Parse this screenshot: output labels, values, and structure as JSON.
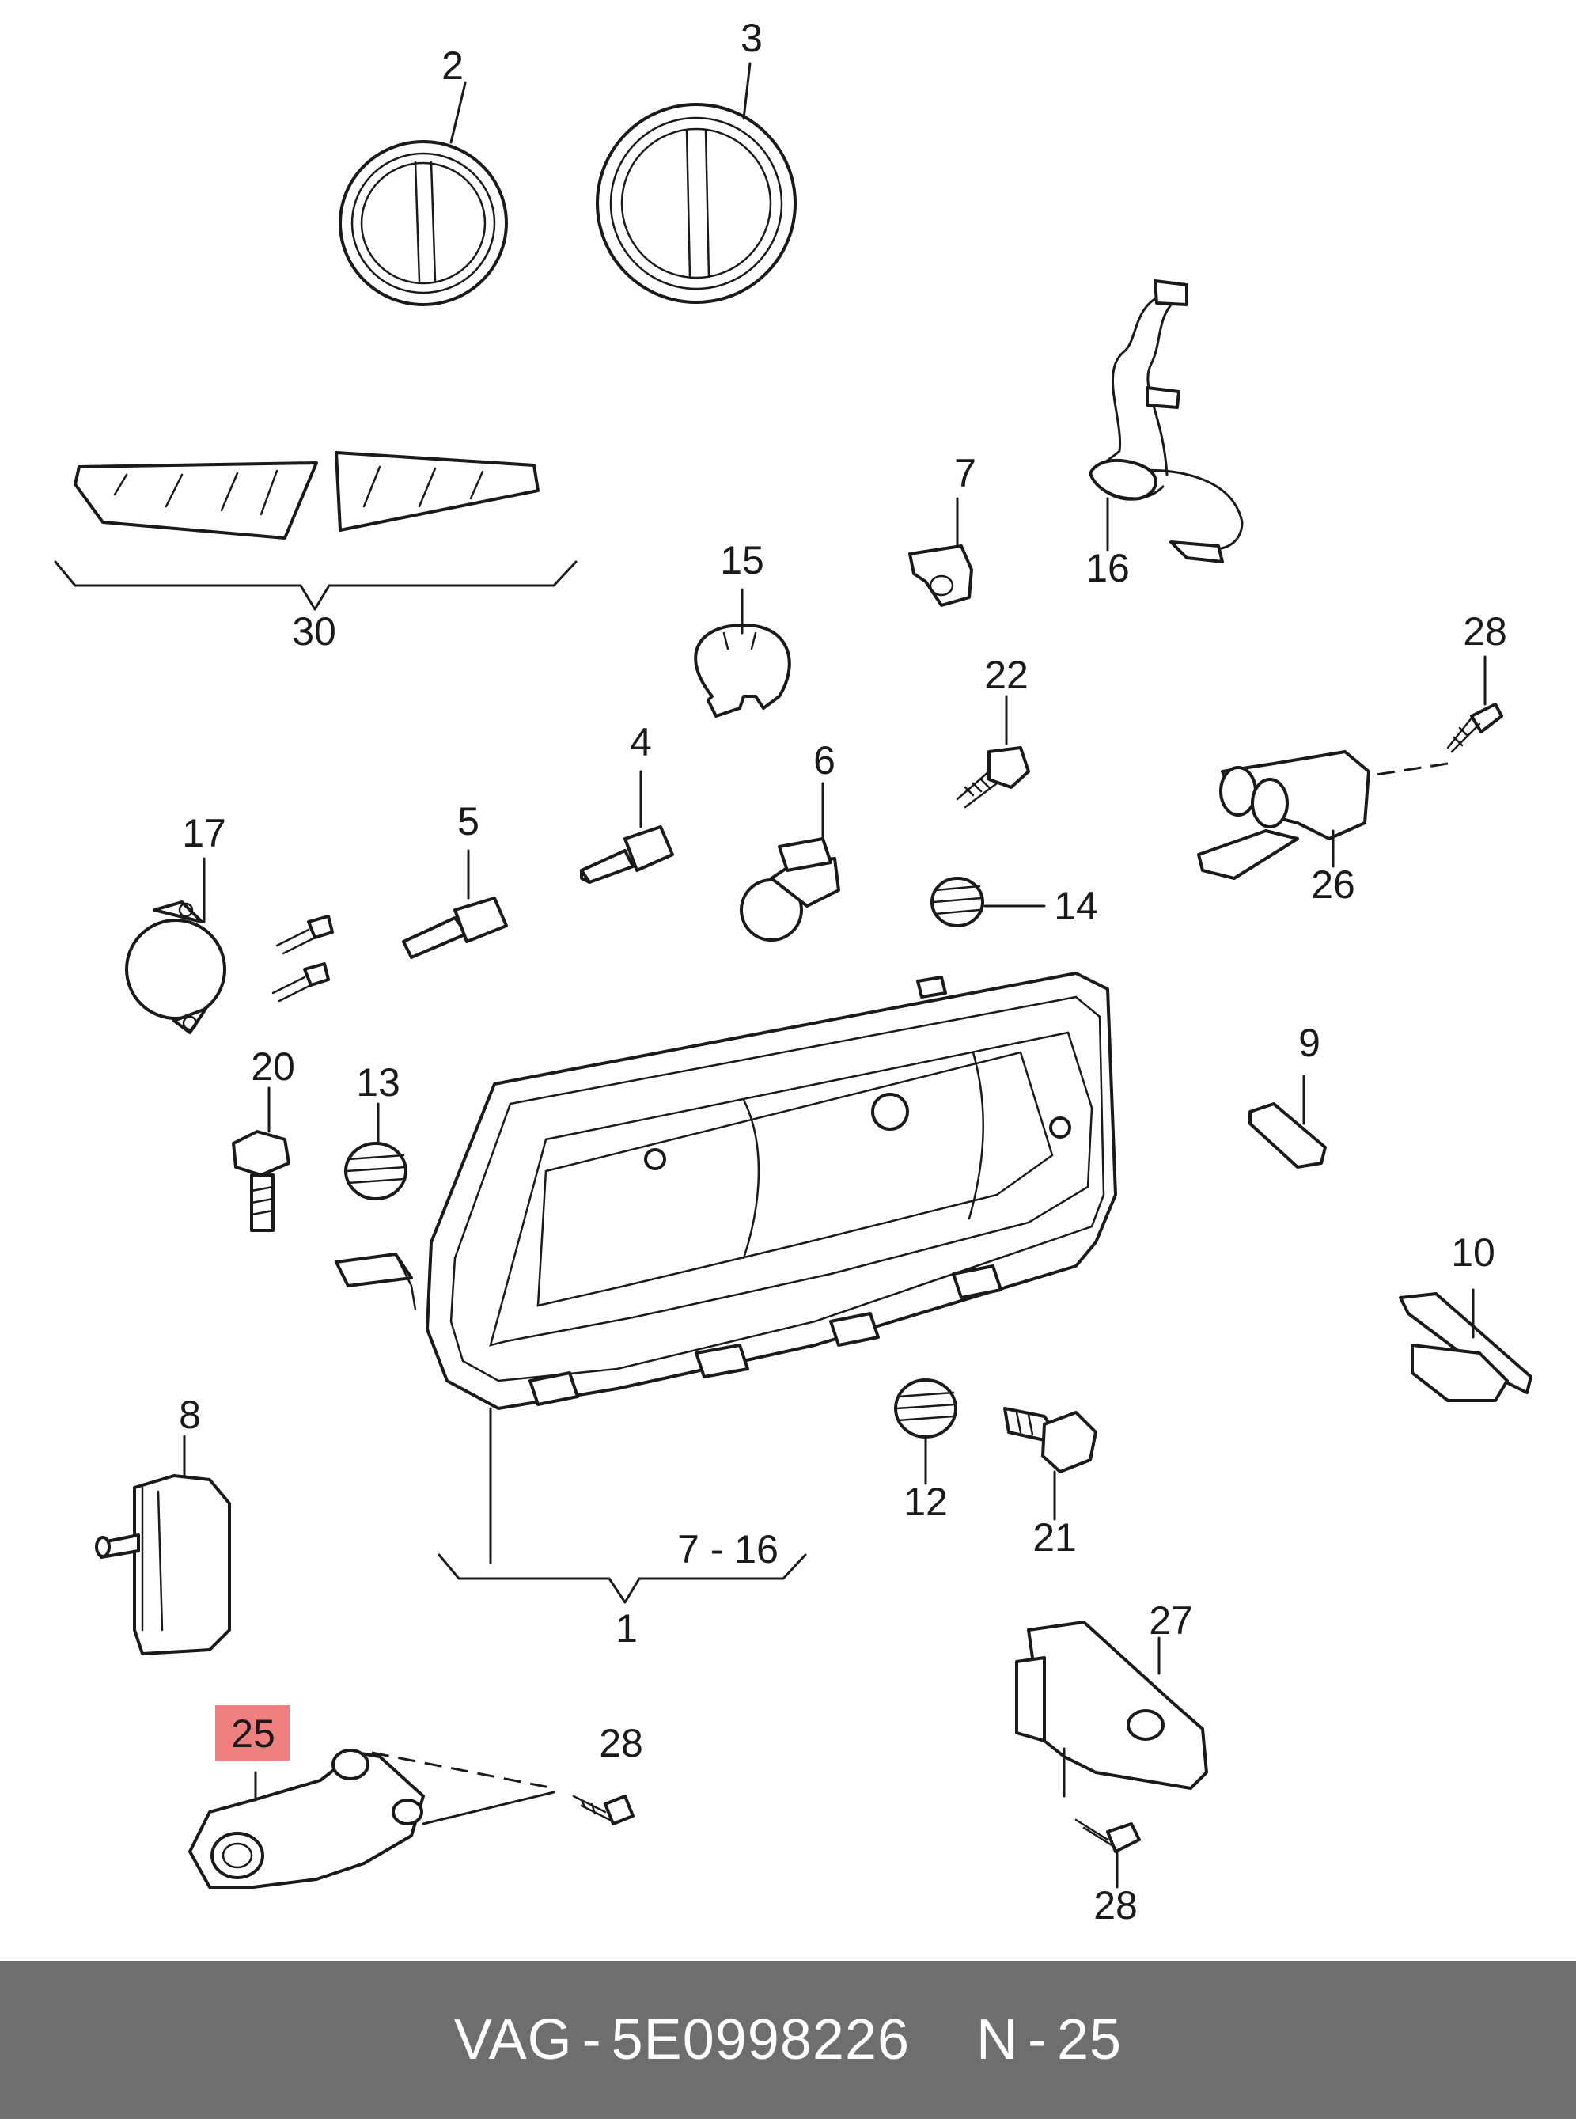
{
  "diagram": {
    "labels": [
      {
        "id": "2",
        "text": "2"
      },
      {
        "id": "3",
        "text": "3"
      },
      {
        "id": "30",
        "text": "30"
      },
      {
        "id": "7",
        "text": "7"
      },
      {
        "id": "16",
        "text": "16"
      },
      {
        "id": "15",
        "text": "15"
      },
      {
        "id": "28a",
        "text": "28"
      },
      {
        "id": "22",
        "text": "22"
      },
      {
        "id": "4",
        "text": "4"
      },
      {
        "id": "6",
        "text": "6"
      },
      {
        "id": "5",
        "text": "5"
      },
      {
        "id": "17",
        "text": "17"
      },
      {
        "id": "26",
        "text": "26"
      },
      {
        "id": "14",
        "text": "14"
      },
      {
        "id": "20",
        "text": "20"
      },
      {
        "id": "13",
        "text": "13"
      },
      {
        "id": "9",
        "text": "9"
      },
      {
        "id": "10",
        "text": "10"
      },
      {
        "id": "8",
        "text": "8"
      },
      {
        "id": "12",
        "text": "12"
      },
      {
        "id": "21",
        "text": "21"
      },
      {
        "id": "7-16",
        "text": "7 - 16"
      },
      {
        "id": "1",
        "text": "1"
      },
      {
        "id": "27",
        "text": "27"
      },
      {
        "id": "25",
        "text": "25"
      },
      {
        "id": "28b",
        "text": "28"
      },
      {
        "id": "28c",
        "text": "28"
      }
    ],
    "highlight": {
      "label": "25",
      "color": "#f08080"
    }
  },
  "footer": {
    "brand": "VAG",
    "separator": "-",
    "part_number": "5E0998226",
    "position_prefix": "N",
    "position_separator": "-",
    "position_number": "25",
    "background_color": "#6e6e6e"
  }
}
